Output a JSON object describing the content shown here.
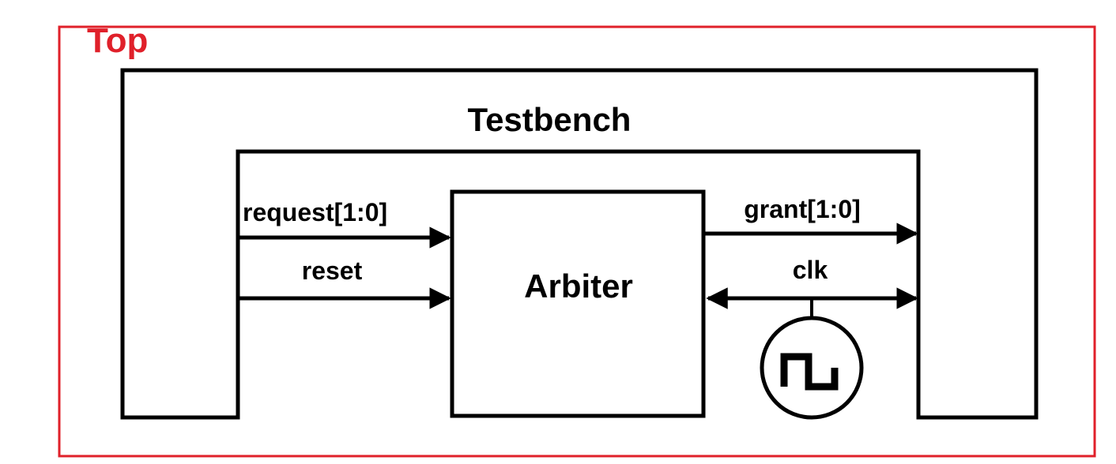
{
  "labels": {
    "top": "Top",
    "testbench": "Testbench",
    "arbiter": "Arbiter",
    "request": "request[1:0]",
    "reset": "reset",
    "grant": "grant[1:0]",
    "clk": "clk"
  },
  "colors": {
    "top_frame": "#e0202a",
    "top_label": "#e0202a",
    "lines": "#000000",
    "background": "#ffffff"
  },
  "icons": {
    "clock_source": "square-wave-clock-icon",
    "arrow": "arrowhead-icon"
  }
}
